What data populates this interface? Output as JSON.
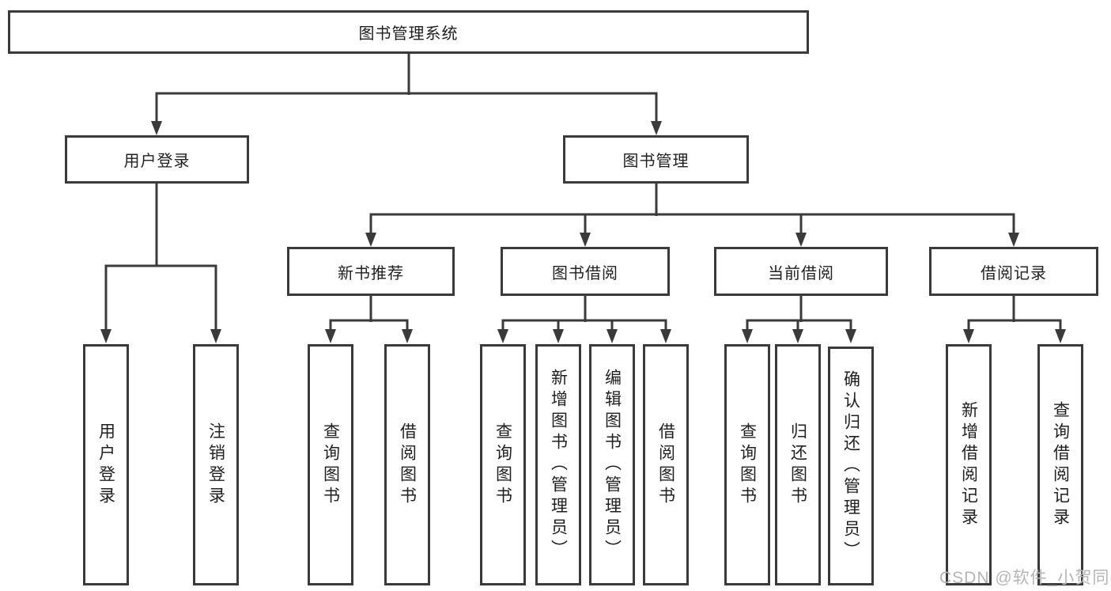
{
  "nodes": {
    "root": "图书管理系统",
    "level2": [
      "用户登录",
      "图书管理"
    ],
    "level3": [
      "新书推荐",
      "图书借阅",
      "当前借阅",
      "借阅记录"
    ],
    "leaves": [
      "用户登录",
      "注销登录",
      "查询图书",
      "借阅图书",
      "查询图书",
      "新增图书（管理员）",
      "编辑图书（管理员）",
      "借阅图书",
      "查询图书",
      "归还图书",
      "确认归还（管理员）",
      "新增借阅记录",
      "查询借阅记录"
    ]
  },
  "watermark": {
    "text": "CSDN @软件_小贺同学"
  },
  "colors": {
    "line": "#3a3a3a",
    "text": "#1f1f1f",
    "watermark": "#b5b5b5",
    "background": "#ffffff"
  }
}
